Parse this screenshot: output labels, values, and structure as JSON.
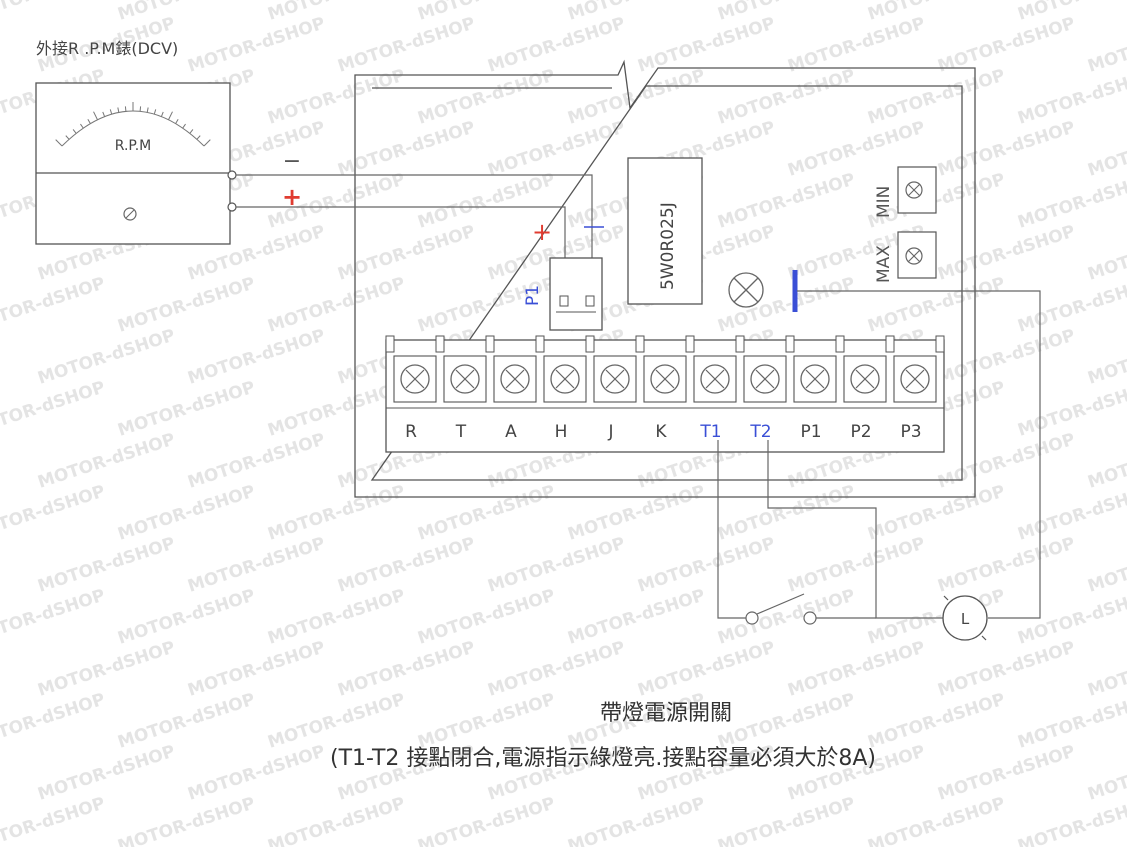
{
  "meter": {
    "title": "外接R .P.M錶(DCV)",
    "face_label": "R.P.M"
  },
  "resistor": {
    "label": "5W0R025J"
  },
  "jumper": {
    "label": "P1"
  },
  "polarity": {
    "minus": "−",
    "plus": "+"
  },
  "pots": {
    "min_label": "MIN",
    "max_label": "MAX"
  },
  "terminals": [
    "R",
    "T",
    "A",
    "H",
    "J",
    "K",
    "T1",
    "T2",
    "P1",
    "P2",
    "P3"
  ],
  "lamp": {
    "label": "L"
  },
  "caption": {
    "title": "帶燈電源開關",
    "note": "(T1-T2 接點閉合,電源指示綠燈亮.接點容量必須大於8A)"
  },
  "watermark": {
    "text": "MOTOR-dSHOP"
  },
  "colors": {
    "line": "#555555",
    "plus": "#e03c31",
    "blue": "#3a4fd6",
    "watermark": "#e4e4e4"
  }
}
